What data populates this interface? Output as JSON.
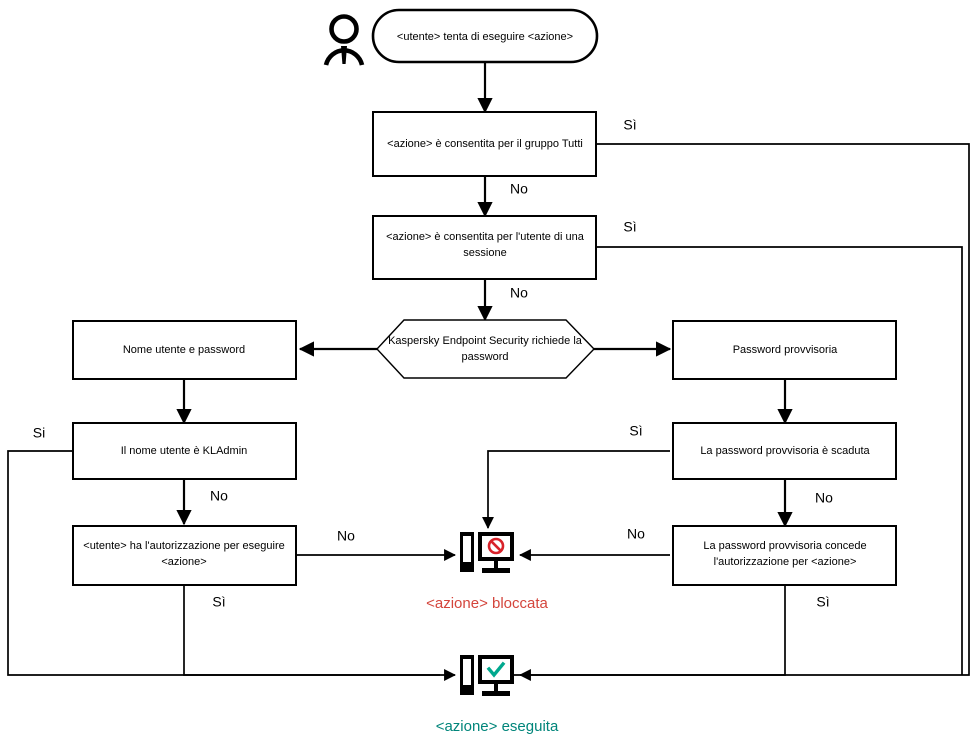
{
  "diagram": {
    "title": "Kaspersky Endpoint Security password check flow",
    "language": "it",
    "colors": {
      "blocked": "#d4453c",
      "done": "#00857a",
      "check_icon": "#00a88e",
      "block_icon": "#d8222a",
      "line": "#000000",
      "background": "#ffffff"
    }
  },
  "actor": {
    "name": "user-actor-icon"
  },
  "nodes": {
    "start": {
      "id": "start",
      "shape": "stadium",
      "text": "<utente> tenta di eseguire <azione>"
    },
    "allowed_all_group": {
      "id": "allowed-all-group",
      "shape": "rect",
      "text": "<azione>  è consentita per il gruppo Tutti"
    },
    "allowed_session_user": {
      "id": "allowed-session-user",
      "shape": "rect",
      "line1": "<azione> è consentita per l'utente di una",
      "line2": "sessione"
    },
    "kes_requests_password": {
      "id": "kes-requests-password",
      "shape": "hexagon",
      "line1": "Kaspersky Endpoint Security richiede la",
      "line2": "password"
    },
    "username_password": {
      "id": "username-password",
      "shape": "rect",
      "text": "Nome utente e password"
    },
    "temporary_password": {
      "id": "temporary-password",
      "shape": "rect",
      "text": "Password provvisoria"
    },
    "username_is_kladmin": {
      "id": "username-is-kladmin",
      "shape": "rect",
      "text": "Il nome utente è KLAdmin"
    },
    "temp_password_expired": {
      "id": "temp-password-expired",
      "shape": "rect",
      "text": "La password provvisoria è scaduta"
    },
    "user_has_permission": {
      "id": "user-has-permission",
      "shape": "rect",
      "line1": "<utente> ha l'autorizzazione per eseguire",
      "line2": "<azione>"
    },
    "temp_password_grants": {
      "id": "temp-password-grants",
      "shape": "rect",
      "line1": "La password provvisoria concede",
      "line2": "l'autorizzazione per <azione>"
    }
  },
  "outcomes": {
    "blocked": {
      "id": "action-blocked",
      "icon": "monitor-blocked-icon",
      "label": "<azione> bloccata"
    },
    "executed": {
      "id": "action-executed",
      "icon": "monitor-check-icon",
      "label": "<azione> eseguita"
    }
  },
  "edge_labels": {
    "yes_all_group": "Sì",
    "no_all_group": "No",
    "yes_session_user": "Sì",
    "no_session_user": "No",
    "yes_kladmin": "Si",
    "no_kladmin": "No",
    "no_permission": "No",
    "yes_permission": "Sì",
    "yes_expired": "Sì",
    "no_expired": "No",
    "no_grants": "No",
    "yes_grants": "Sì"
  }
}
